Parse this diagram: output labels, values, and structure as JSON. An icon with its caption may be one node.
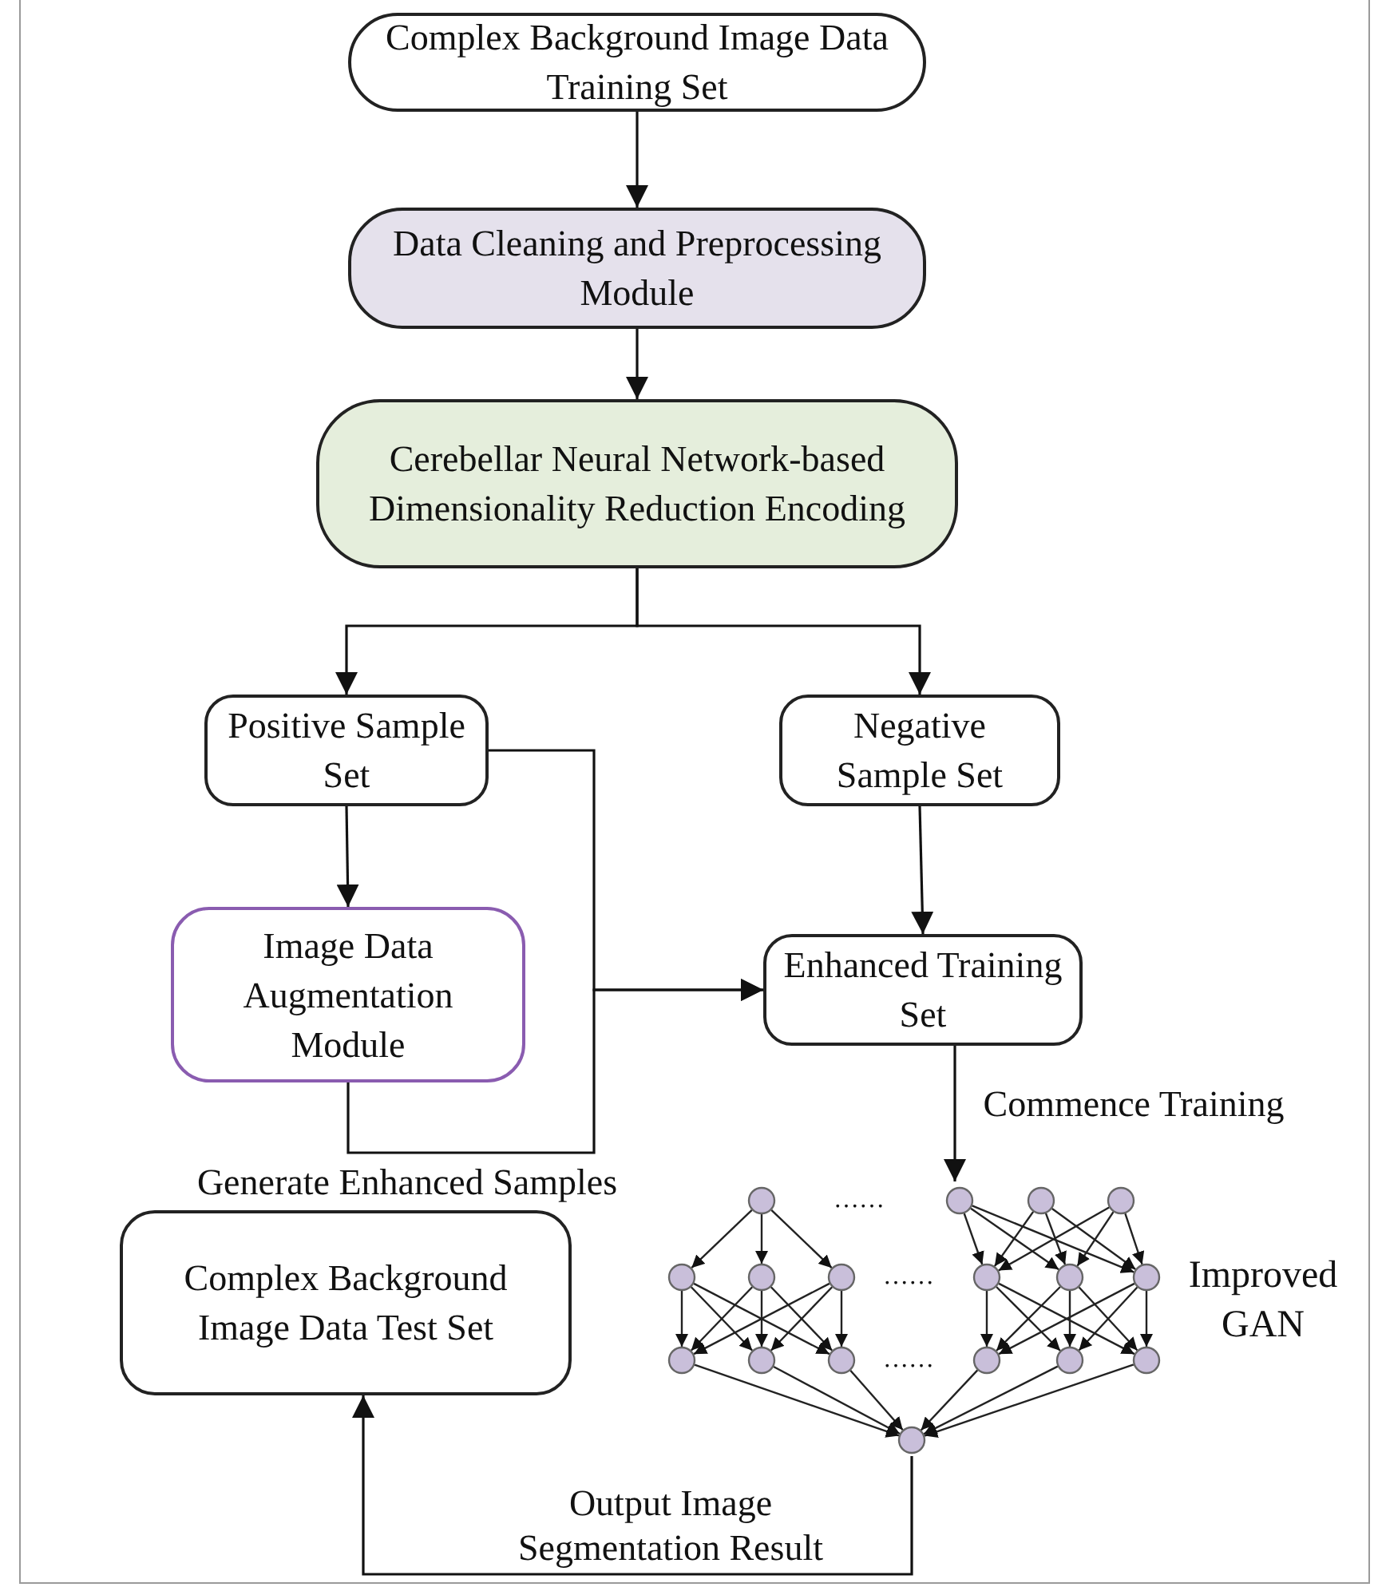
{
  "diagram": {
    "nodes": [
      {
        "text": [
          "Complex Background Image Data Training Set"
        ]
      },
      {
        "text": [
          "Data Cleaning and Preprocessing Module"
        ]
      },
      {
        "text": [
          "Cerebellar Neural Network-based Dimensionality Reduction Encoding"
        ]
      },
      {
        "text": [
          "Positive Sample Set"
        ]
      },
      {
        "text": [
          "Negative Sample Set"
        ]
      },
      {
        "text": [
          "Image Data Augmentation Module"
        ]
      },
      {
        "text": [
          "Enhanced Training Set"
        ]
      },
      {
        "text": [],
        "shape": "picture",
        "beside": [
          "Improved GAN"
        ]
      },
      {
        "text": [
          "Complex Background Image Data Test Set"
        ]
      }
    ],
    "edges": [
      {
        "from": 0,
        "to": 1,
        "arrow": "to"
      },
      {
        "from": 1,
        "to": 2,
        "arrow": "to"
      },
      {
        "from": 2,
        "to": 3,
        "arrow": "to"
      },
      {
        "from": 2,
        "to": 4,
        "arrow": "to"
      },
      {
        "from": 3,
        "to": 5,
        "arrow": "to"
      },
      {
        "from": 3,
        "to": 6,
        "arrow": "to"
      },
      {
        "from": 5,
        "to": 6,
        "arrow": "to",
        "label": "Generate Enhanced Samples"
      },
      {
        "from": 4,
        "to": 6,
        "arrow": "to"
      },
      {
        "from": 6,
        "to": 7,
        "arrow": "to",
        "label": "Commence Training"
      },
      {
        "from": 7,
        "to": 8,
        "arrow": "to",
        "label": "Output Image Segmentation Result"
      }
    ],
    "labels": [
      "……",
      "……",
      "……"
    ]
  }
}
